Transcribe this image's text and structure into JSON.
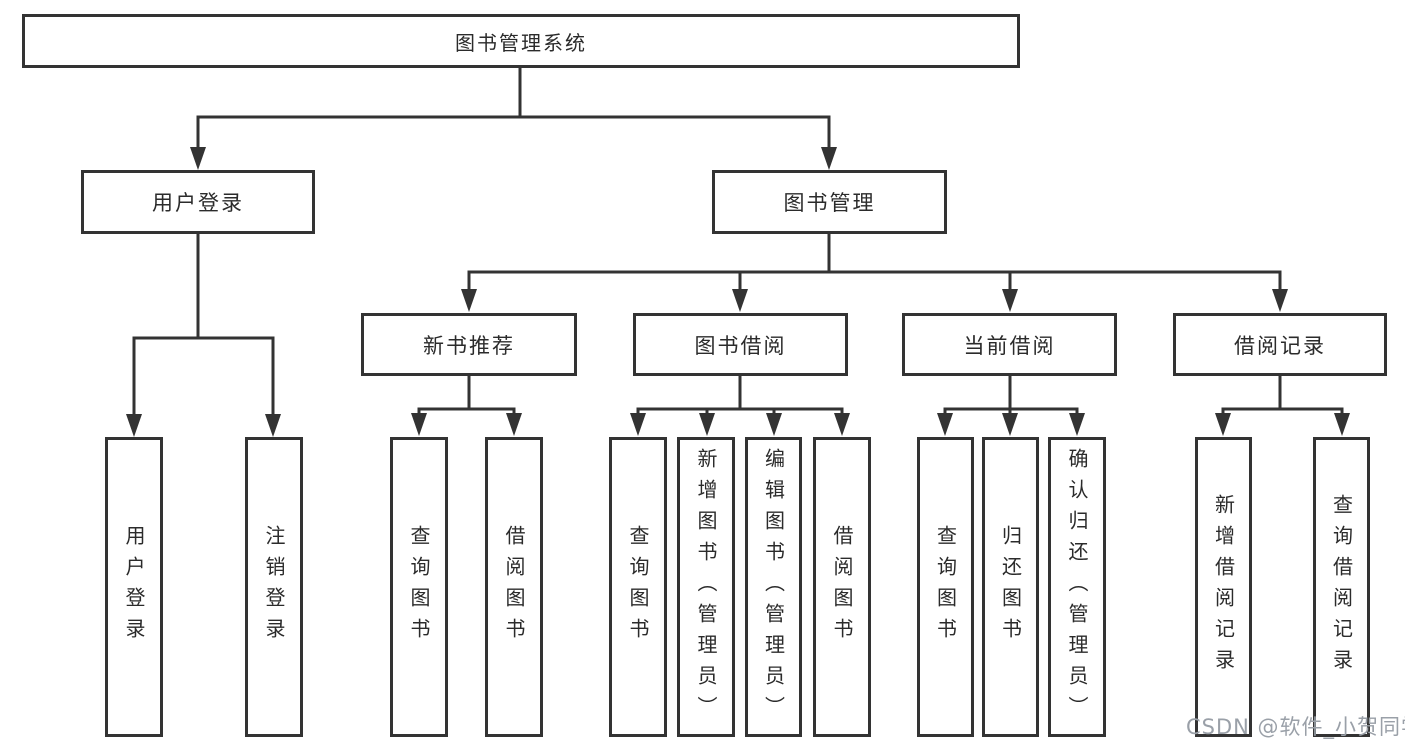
{
  "colors": {
    "line": "#333333",
    "box_border": "#333333",
    "text": "#2b2b2b",
    "background": "#ffffff",
    "watermark": "#9aa0a8"
  },
  "watermark": "CSDN @软件_小贺同学",
  "tree": {
    "root": {
      "label": "图书管理系统"
    },
    "branches": [
      {
        "label": "用户登录",
        "children": [
          {
            "label": "用户登录"
          },
          {
            "label": "注销登录"
          }
        ]
      },
      {
        "label": "图书管理",
        "groups": [
          {
            "label": "新书推荐",
            "children": [
              {
                "label": "查询图书"
              },
              {
                "label": "借阅图书"
              }
            ]
          },
          {
            "label": "图书借阅",
            "children": [
              {
                "label": "查询图书"
              },
              {
                "label": "新增图书（管理员）"
              },
              {
                "label": "编辑图书（管理员）"
              },
              {
                "label": "借阅图书"
              }
            ]
          },
          {
            "label": "当前借阅",
            "children": [
              {
                "label": "查询图书"
              },
              {
                "label": "归还图书"
              },
              {
                "label": "确认归还（管理员）"
              }
            ]
          },
          {
            "label": "借阅记录",
            "children": [
              {
                "label": "新增借阅记录"
              },
              {
                "label": "查询借阅记录"
              }
            ]
          }
        ]
      }
    ]
  }
}
